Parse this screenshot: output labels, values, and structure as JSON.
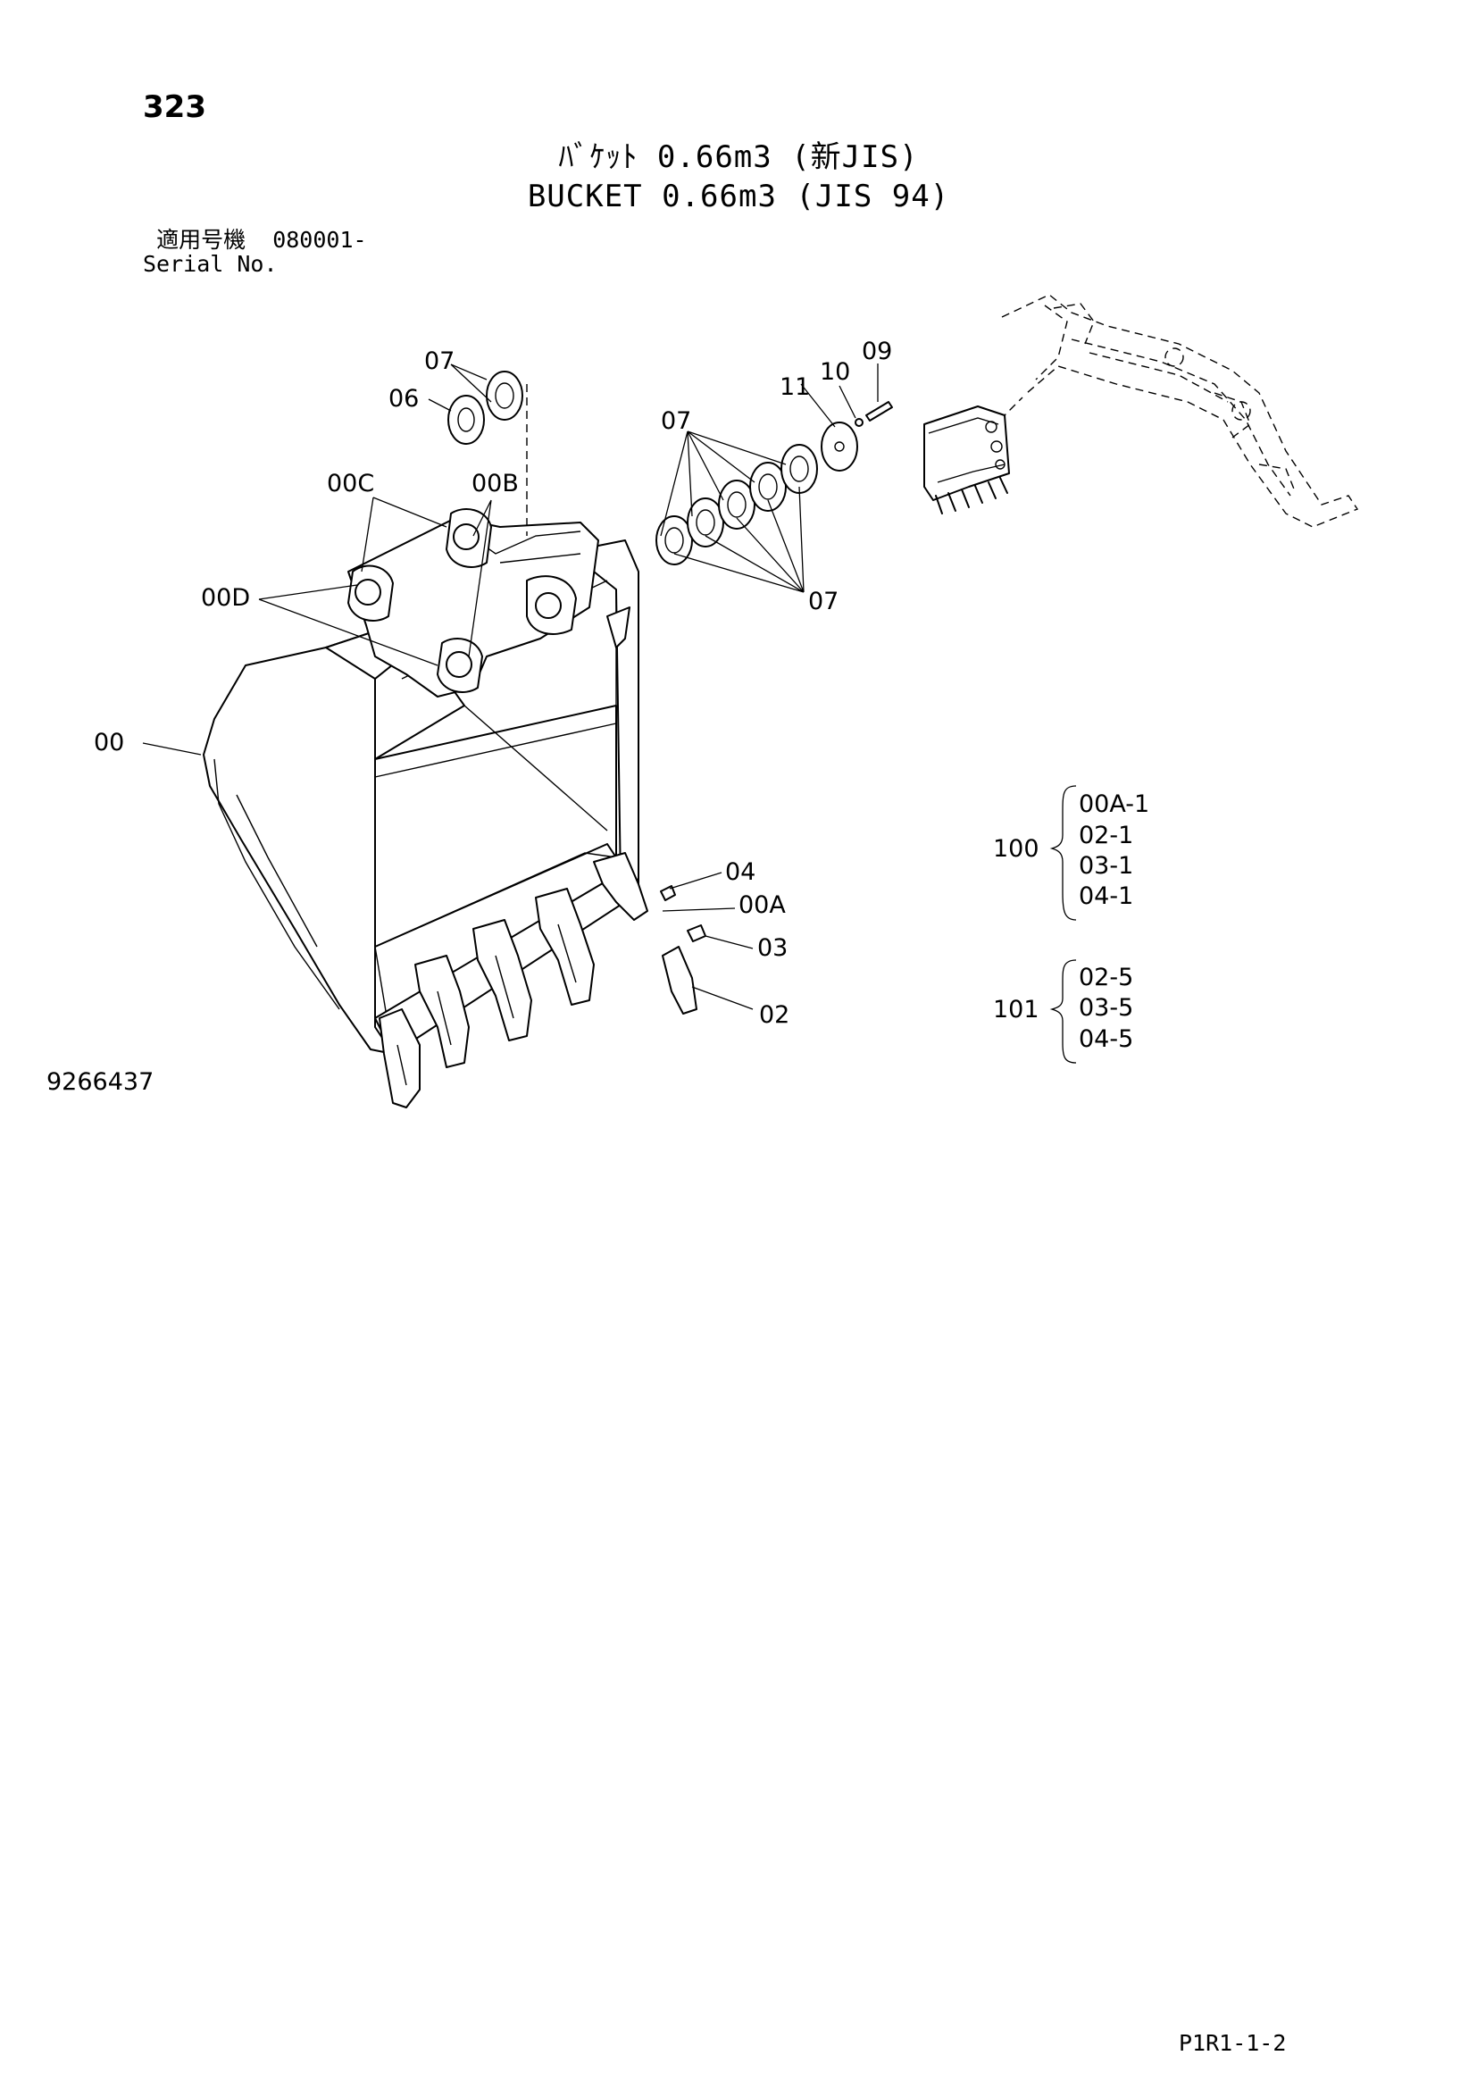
{
  "header": {
    "page_number": "323",
    "title_jp": "ﾊﾞｹｯﾄ 0.66m3 (新JIS)",
    "title_en": "BUCKET 0.66m3 (JIS 94)",
    "serial_label_jp": "適用号機",
    "serial_value": "080001-",
    "serial_label_en": "Serial No."
  },
  "callouts": {
    "c07_top": "07",
    "c06": "06",
    "c00C": "00C",
    "c00B": "00B",
    "c00D": "00D",
    "c00": "00",
    "c07_mid": "07",
    "c11": "11",
    "c10": "10",
    "c09": "09",
    "c07_bottom": "07",
    "c04": "04",
    "c00A": "00A",
    "c03": "03",
    "c02": "02"
  },
  "kits": [
    {
      "code": "100",
      "items": [
        "00A-1",
        "02-1",
        "03-1",
        "04-1"
      ]
    },
    {
      "code": "101",
      "items": [
        "02-5",
        "03-5",
        "04-5"
      ]
    }
  ],
  "footer": {
    "part_number": "9266437",
    "reference": "P1R1-1-2"
  }
}
